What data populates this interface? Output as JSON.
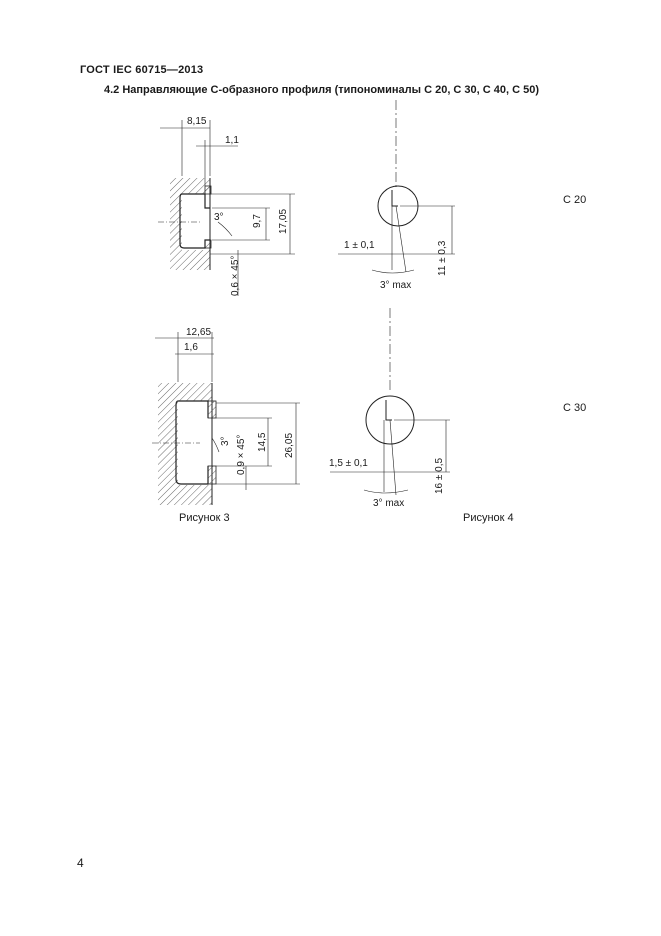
{
  "header": {
    "standard": "ГОСТ IEC 60715—2013"
  },
  "section": {
    "title": "4.2 Направляющие С-образного профиля (типономиналы С 20, С 30, С 40, С 50)"
  },
  "figures": {
    "fig3": {
      "caption": "Рисунок 3",
      "c20_dims": {
        "width": "8,15",
        "lip": "1,1",
        "angle": "3°",
        "inner": "9,7",
        "outer": "17,05",
        "chamfer": "0,6 × 45°"
      },
      "c30_dims": {
        "width": "12,65",
        "lip": "1,6",
        "angle": "3°",
        "chamfer": "0,9 × 45°",
        "inner": "14,5",
        "outer": "26,05"
      }
    },
    "fig4": {
      "caption": "Рисунок 4",
      "c20_dims": {
        "offset": "1 ± 0,1",
        "height": "11 ± 0,3",
        "angle": "3° max"
      },
      "c30_dims": {
        "offset": "1,5 ± 0,1",
        "height": "16 ± 0,5",
        "angle": "3° max"
      }
    }
  },
  "type_labels": {
    "c20": "С 20",
    "c30": "С 30"
  },
  "page_number": "4"
}
